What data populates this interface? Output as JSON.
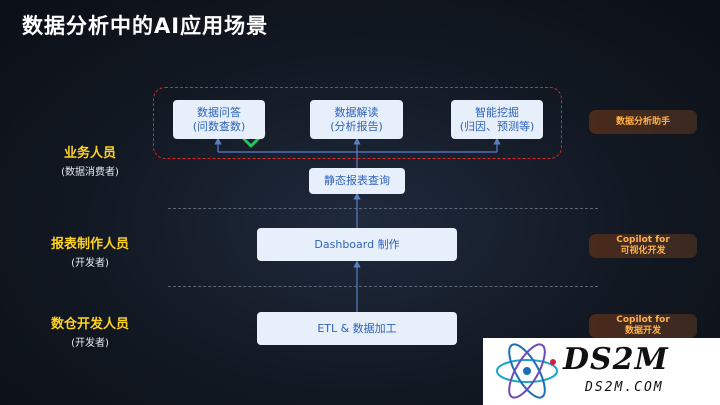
{
  "title": "数据分析中的AI应用场景",
  "roles": [
    {
      "name": "业务人员",
      "sub": "(数据消费者)"
    },
    {
      "name": "报表制作人员",
      "sub": "(开发者)"
    },
    {
      "name": "数仓开发人员",
      "sub": "(开发者)"
    }
  ],
  "top_boxes": [
    {
      "line1": "数据问答",
      "line2": "(问数查数)"
    },
    {
      "line1": "数据解读",
      "line2": "(分析报告)"
    },
    {
      "line1": "智能挖掘",
      "line2": "(归因、预测等)"
    }
  ],
  "static_report": "静态报表查询",
  "dashboard": "Dashboard 制作",
  "etl": "ETL & 数据加工",
  "badges": [
    {
      "line1": "数据分析助手",
      "line2": ""
    },
    {
      "line1": "Copilot for",
      "line2": "可视化开发"
    },
    {
      "line1": "Copilot for",
      "line2": "数据开发"
    }
  ],
  "colors": {
    "accent_yellow": "#ffd21f",
    "box_text": "#2f63b8",
    "dashed_red": "#d8282a",
    "badge_text": "#ffb14a",
    "check": "#22c55e"
  },
  "logo": {
    "main": "DS2M",
    "sub": "DS2M.COM"
  }
}
